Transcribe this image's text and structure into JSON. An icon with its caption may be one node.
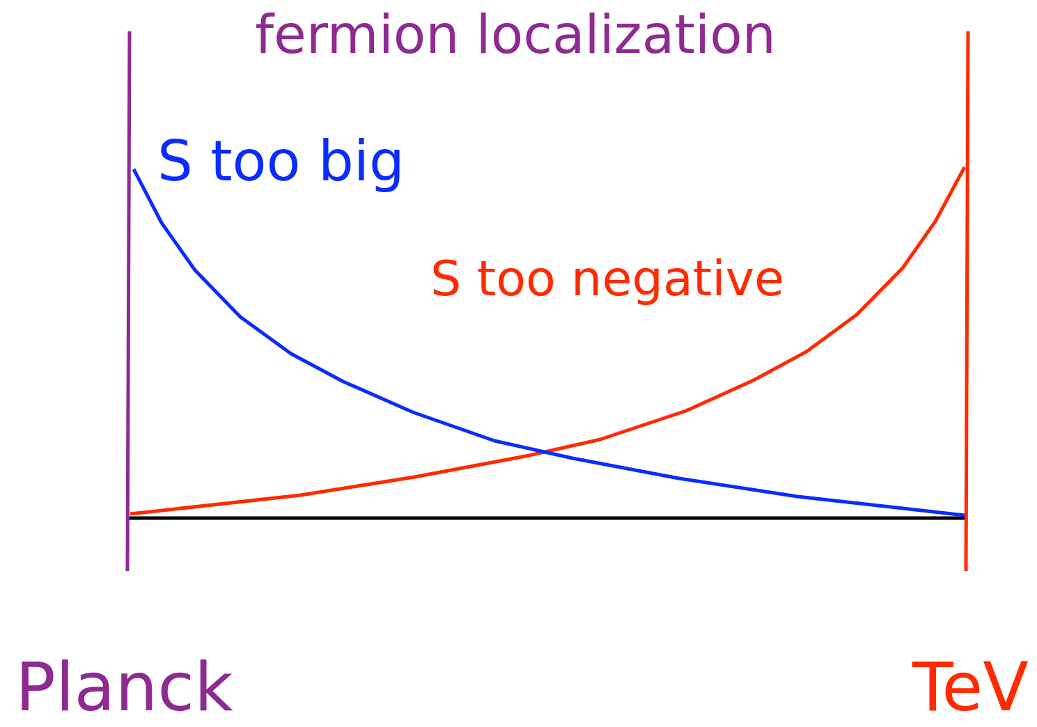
{
  "diagram": {
    "title": "fermion localization",
    "labels": [
      "S too big",
      "S too negative",
      "Planck",
      "TeV"
    ]
  }
}
